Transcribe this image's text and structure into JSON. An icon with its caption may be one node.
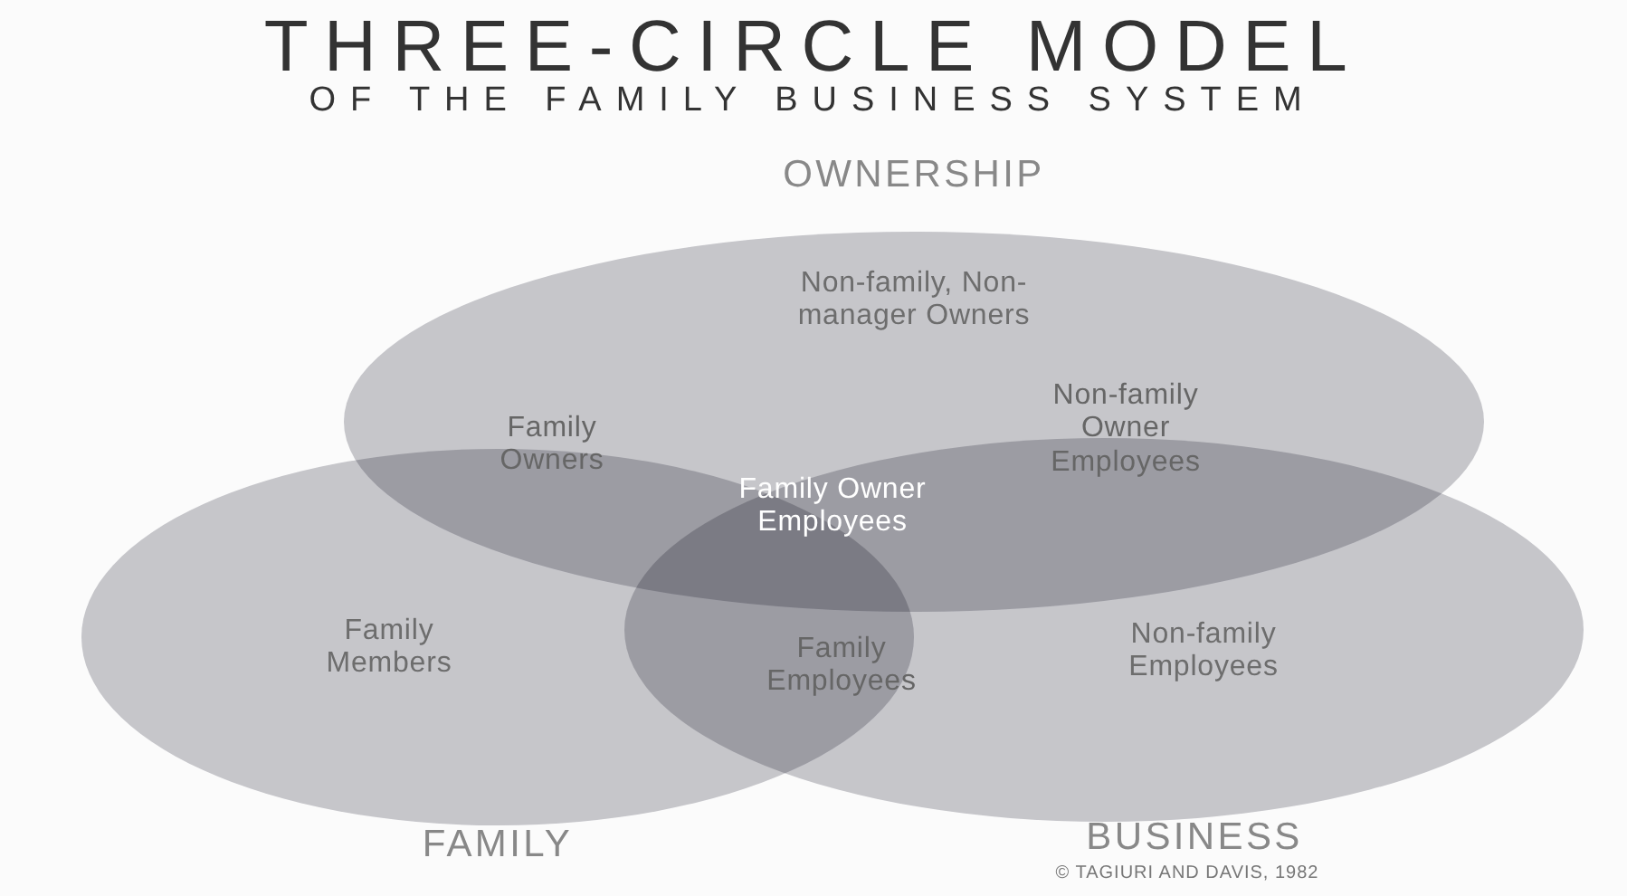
{
  "diagram": {
    "title": "THREE-CIRCLE MODEL",
    "nodes": [
      {
        "text": [
          "OWNERSHIP",
          "Non-family, Non-manager Owners"
        ]
      },
      {
        "text": [
          "Family Members",
          "FAMILY"
        ]
      },
      {
        "text": [
          "Non-family Employees",
          "BUSINESS"
        ]
      }
    ],
    "labels": [
      "OF THE FAMILY BUSINESS SYSTEM",
      "Family Owners",
      "Non-family Owner Employees",
      "Family Owner Employees",
      "Family Employees",
      "© TAGIURI AND DAVIS, 1982"
    ]
  }
}
